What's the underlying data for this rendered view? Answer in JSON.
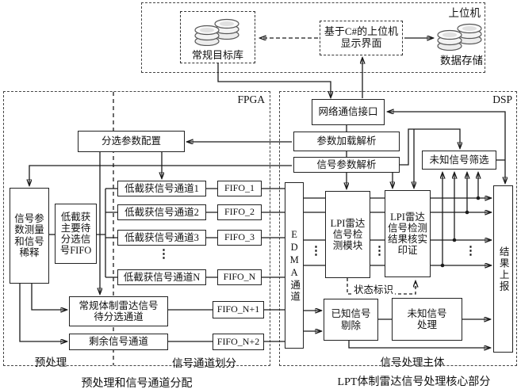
{
  "host": {
    "label": "上位机",
    "target_db_label": "常规目标库",
    "ui_line1": "基于C#的上位机",
    "ui_line2": "显示界面",
    "storage_label": "数据存储"
  },
  "fpga": {
    "label": "FPGA",
    "config": "分选参数配置",
    "measure": "信号参数测量和信号稀释",
    "fifo_main": "低截获主要待分选信号FIFO",
    "channels": [
      {
        "label": "低截获信号通道1",
        "fifo": "FIFO_1"
      },
      {
        "label": "低截获信号通道2",
        "fifo": "FIFO_2"
      },
      {
        "label": "低截获信号通道3",
        "fifo": "FIFO_3"
      },
      {
        "label": "低截获信号通道N",
        "fifo": "FIFO_N"
      }
    ],
    "conv_channel": "常规体制雷达信号待分选通道",
    "conv_fifo": "FIFO_N+1",
    "residual_channel": "剩余信号通道",
    "residual_fifo": "FIFO_N+2",
    "region_left": "预处理",
    "region_right": "信号通道划分",
    "caption": "预处理和信号通道分配"
  },
  "dsp": {
    "label": "DSP",
    "net_interface": "网络通信接口",
    "param_load": "参数加载解析",
    "sig_param": "信号参数解析",
    "unknown_screen": "未知信号筛选",
    "edma": "EDMA通道",
    "lpi_detect": "LPI雷达信号检测模块",
    "lpi_verify": "LPI雷达信号检测结果核实印证",
    "status_tag": "状态标识",
    "report": "结果上报",
    "known_remove": "已知信号剔除",
    "unknown_process": "未知信号处理",
    "region": "信号处理主体",
    "caption": "LPT体制雷达信号处理核心部分"
  },
  "ellipsis": "⋮"
}
